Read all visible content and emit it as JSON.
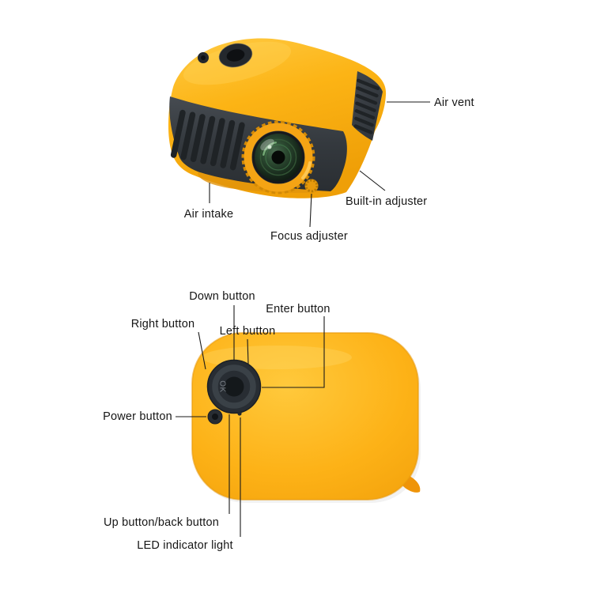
{
  "colors": {
    "background": "#FFFFFF",
    "body_yellow": "#FCB211",
    "body_yellow_light": "#FFC93E",
    "body_yellow_dark": "#F0A00B",
    "housing_dark": "#34393E",
    "vent_slot_dark": "#1F2326",
    "lens_ring_orange": "#F5A414",
    "lens_glass_green": "#2C4A31",
    "annotation_line": "#1A1A1A",
    "label_text": "#161616"
  },
  "top_diagram": {
    "labels": {
      "air_vent": "Air vent",
      "air_intake": "Air intake",
      "focus_adjuster": "Focus adjuster",
      "built_in_adjuster": "Built-in adjuster"
    }
  },
  "bottom_diagram": {
    "labels": {
      "down_button": "Down button",
      "enter_button": "Enter button",
      "right_button": "Right button",
      "left_button": "Left button",
      "power_button": "Power button",
      "up_back_button": "Up button/back button",
      "led_indicator": "LED indicator light"
    },
    "dial_text": "OK"
  }
}
